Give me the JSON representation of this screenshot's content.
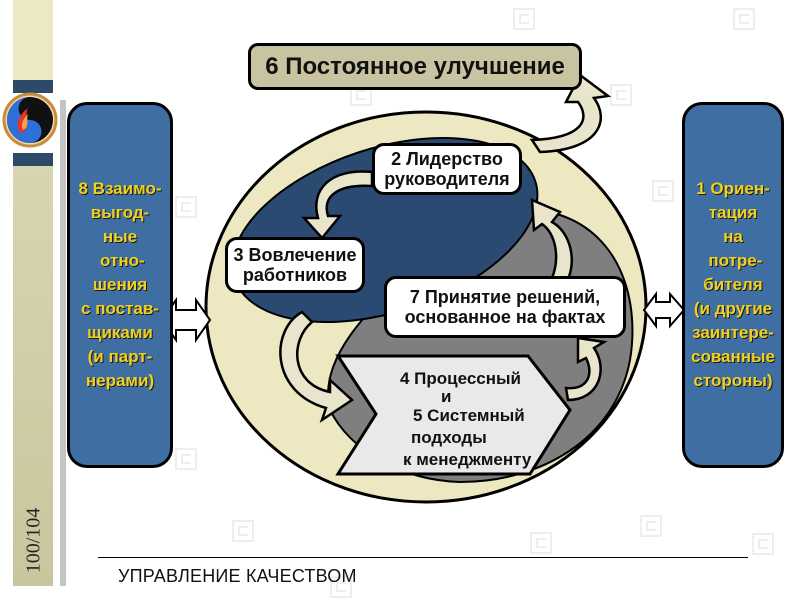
{
  "slide": {
    "page_counter": "100/104",
    "footer": "УПРАВЛЕНИЕ КАЧЕСТВОМ"
  },
  "diagram": {
    "title": "6 Постоянное улучшение",
    "principle_2": "2 Лидерство\nруководителя",
    "principle_3": "3 Вовлечение\nработников",
    "principle_7": "7 Принятие решений,\nосн ованное на фактах",
    "principle_4_5": {
      "line1": "4 Процессный",
      "line2": "и",
      "line3": "5 Системный",
      "line4": "подходы",
      "line5": "к менеджменту"
    },
    "left_box": "8 Взаимо-\nвыгод-\nные\n отно-\nшения\nс постав-\nщиками\n(и парт-\nнерами)",
    "right_box": "1 Ориен-\nтация\nна\n потре-\nбителя\n(и другие\nзаинтере-\nсованные\nстороны)"
  },
  "colors": {
    "side_box_fill": "#3f6ea3",
    "side_box_text": "#f2d11e",
    "circle_fill": "#ede8c2",
    "dark_lobe": "#2b4a72",
    "gray_lobe": "#7f7f7f",
    "title_fill": "#c8c4a2",
    "arrow_fill": "#e8e5cc"
  }
}
